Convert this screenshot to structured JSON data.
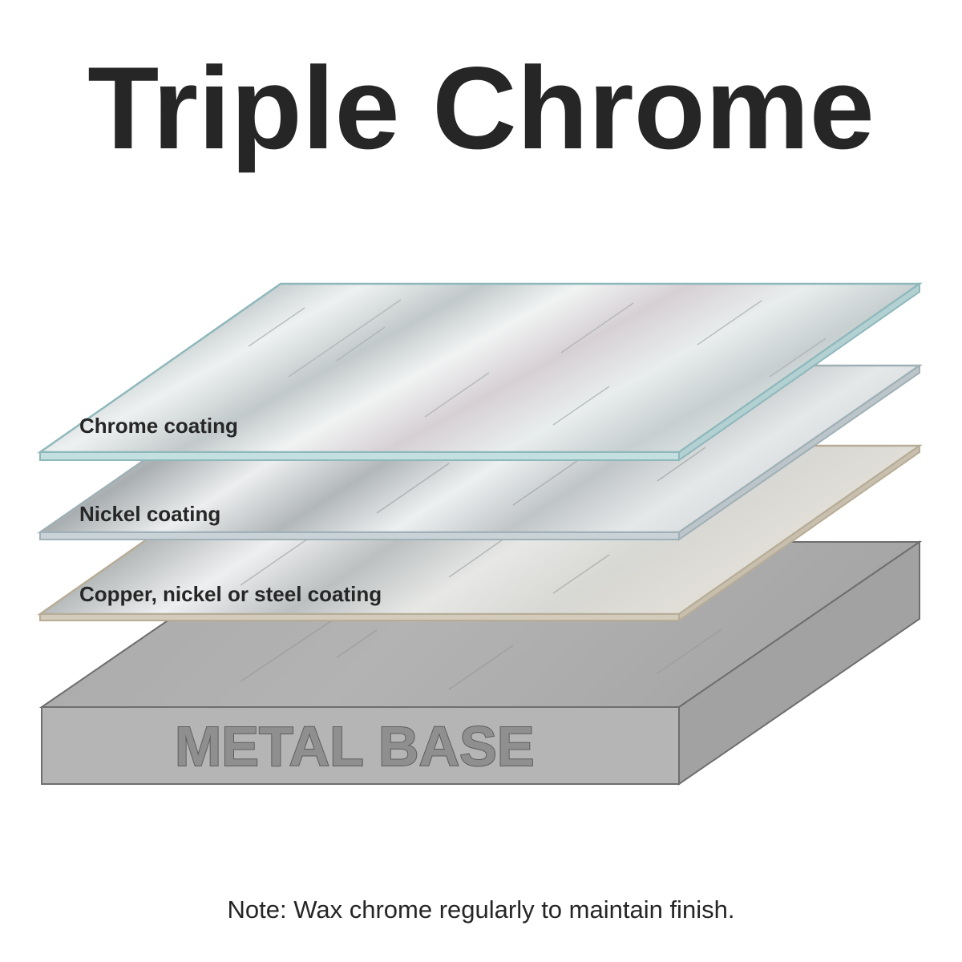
{
  "title": "Triple Chrome",
  "layers": {
    "chrome": {
      "label": "Chrome coating",
      "edge_color": "#8fb8bb"
    },
    "nickel": {
      "label": "Nickel coating",
      "edge_color": "#9fb0b6"
    },
    "copper": {
      "label": "Copper, nickel or steel coating",
      "edge_color": "#b7ad97"
    }
  },
  "base": {
    "label": "METAL BASE",
    "color": "#b3b3b3"
  },
  "note": "Note: Wax chrome regularly to maintain finish."
}
